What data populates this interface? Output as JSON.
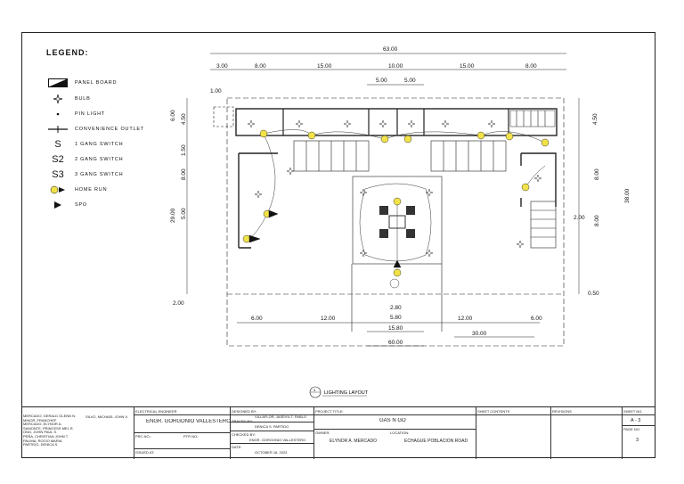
{
  "legend": {
    "title": "LEGEND:",
    "items": [
      {
        "label": "PANEL BOARD",
        "icon": "panel-board-icon"
      },
      {
        "label": "BULB",
        "icon": "bulb-icon"
      },
      {
        "label": "PIN LIGHT",
        "icon": "pin-light-icon"
      },
      {
        "label": "CONVENIENCE OUTLET",
        "icon": "convenience-outlet-icon"
      },
      {
        "label": "1 GANG SWITCH",
        "symbol": "S"
      },
      {
        "label": "2 GANG SWITCH",
        "symbol": "S2"
      },
      {
        "label": "3 GANG SWITCH",
        "symbol": "S3"
      },
      {
        "label": "HOME RUN",
        "icon": "home-run-icon"
      },
      {
        "label": "SPO",
        "icon": "spo-icon"
      }
    ]
  },
  "dimensions": {
    "top_total": "63.00",
    "top_segments": [
      "3.00",
      "8.00",
      "15.00",
      "10.00",
      "15.00",
      "8.00"
    ],
    "top_mid": [
      "5.00",
      "5.00"
    ],
    "left": [
      "1.00",
      "6.00",
      "4.50",
      "1.50",
      "8.00",
      "29.00",
      "5.00"
    ],
    "left_bottom": "2.00",
    "right": [
      "4.50",
      "38.00",
      "8.00",
      "8.00",
      "2.00",
      "0.50"
    ],
    "bottom_row1": [
      "6.00",
      "12.00",
      "2.80",
      "12.00",
      "6.00"
    ],
    "bottom_row2": [
      "5.80"
    ],
    "bottom_row3": [
      "15.80"
    ],
    "bottom_row4": [
      "30.00"
    ],
    "bottom_total": "60.00"
  },
  "caption": {
    "number": "4",
    "title": "LIGHTING LAYOUT"
  },
  "title_block": {
    "team": [
      "MERCADO, GERALD GLENN N.",
      "MINOR, FRANCHEF",
      "MERCADO, ELYNOR A.",
      "SAMONTE, PRINCESS MEL R.",
      "ONG, JOHN PAUL S.",
      "PEÑA, CHRISTIAN JOHN T.",
      "PALMIA, ROCIO MARIA",
      "PARTIDO, DENICA S."
    ],
    "team2": "SILVO, MICHAEL JOHN V.",
    "electrical_engineer_label": "ELECTRICAL ENGINEER",
    "engineer_name": "ENGR. GORGONIO VALLESTERO",
    "prc_label": "PRC NO.:",
    "ptr_label": "PTR NO.:",
    "issued_label": "ISSUED AT:",
    "designed_by_label": "DESIGNED BY:",
    "designed_by": "VILLAFLOR, JASEVIL T. PABLO",
    "traced_by_label": "TRACED BY:",
    "traced_by": "DENICA S. PARTIDO",
    "checked_by_label": "CHECKED BY:",
    "checked_by": "ENGR. GORGONIO VALLESTERO",
    "date_label": "DATE:",
    "date": "OCTOBER 16, 2023",
    "project_title_label": "PROJECT TITLE:",
    "project_title": "GAS N GO",
    "owner_label": "OWNER:",
    "owner": "ELYNOR A. MERCADO",
    "location_label": "LOCATION:",
    "location": "ECHAGUE POBLACION ROAD",
    "sheet_contents_label": "SHEET CONTENTS",
    "revisions_label": "REVISIONS",
    "sheet_no_label": "SHEET NO.",
    "sheet_no": "A - 3",
    "page_no_label": "PAGE NO.",
    "page_no": "3"
  }
}
